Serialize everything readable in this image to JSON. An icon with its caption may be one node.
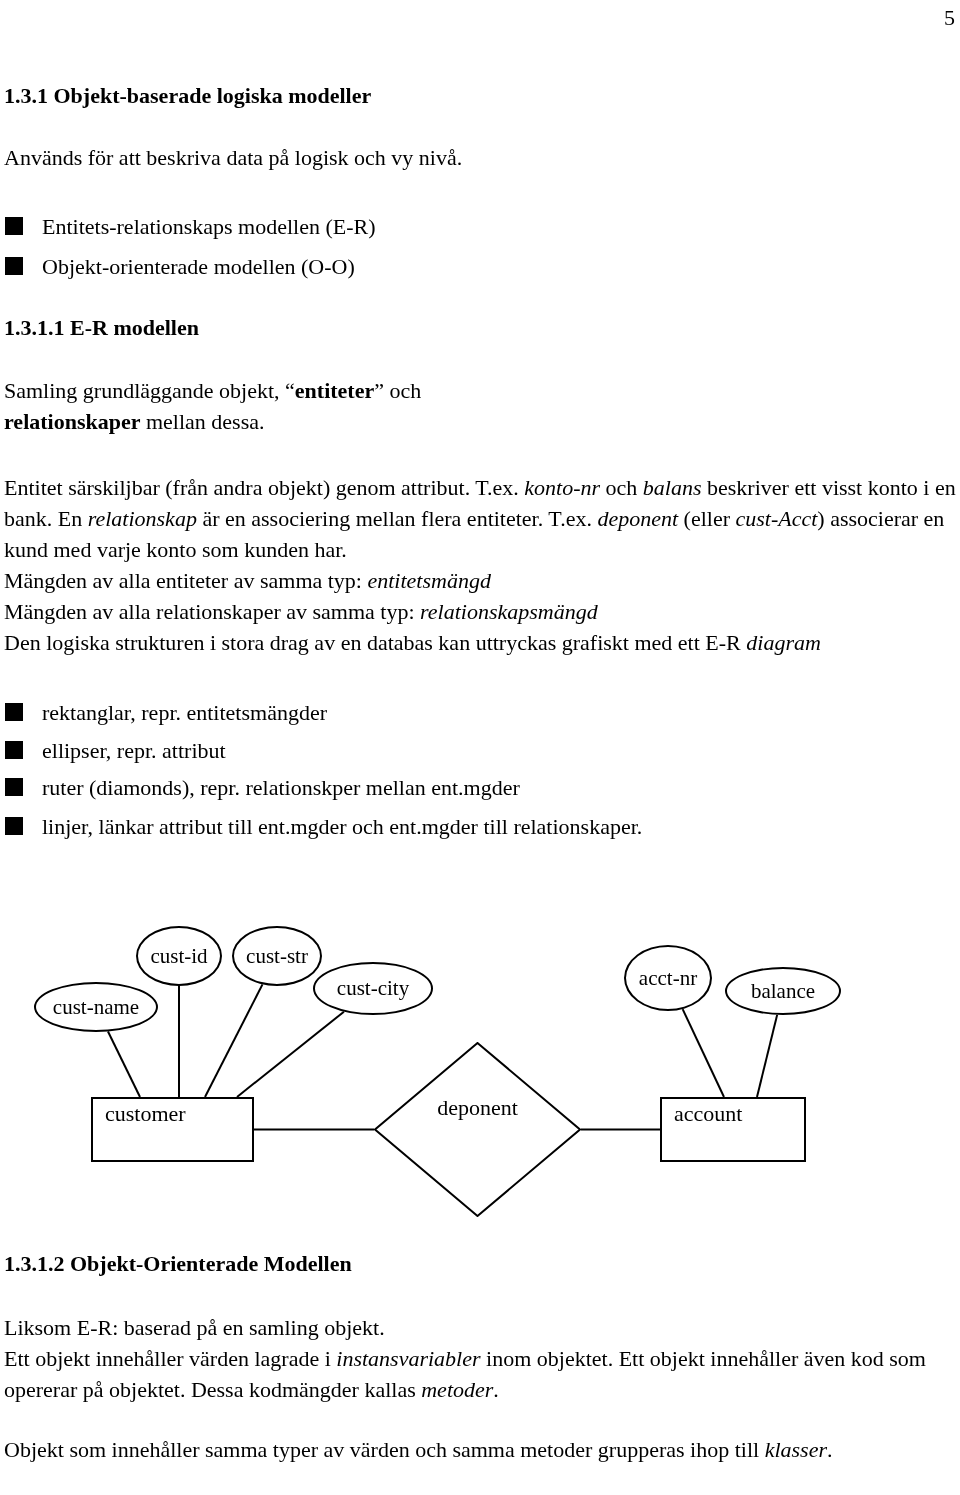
{
  "diagram": {
    "title": "1.3.1 Objekt-baserade logiska modeller",
    "nodes": [
      {
        "text": [
          "cust-name"
        ]
      },
      {
        "text": [
          "cust-id"
        ]
      },
      {
        "text": [
          "cust-str"
        ]
      },
      {
        "text": [
          "cust-city"
        ]
      },
      {
        "text": [
          "acct-nr"
        ]
      },
      {
        "text": [
          "balance"
        ]
      },
      {
        "text": [
          "customer"
        ]
      },
      {
        "text": [
          "deponent"
        ]
      },
      {
        "text": [
          "account"
        ]
      }
    ],
    "edges": [
      {
        "from": 0,
        "to": 6,
        "arrow": "none"
      },
      {
        "from": 1,
        "to": 6,
        "arrow": "none"
      },
      {
        "from": 2,
        "to": 6,
        "arrow": "none"
      },
      {
        "from": 3,
        "to": 6,
        "arrow": "none"
      },
      {
        "from": 4,
        "to": 8,
        "arrow": "none"
      },
      {
        "from": 5,
        "to": 8,
        "arrow": "none"
      },
      {
        "from": 6,
        "to": 7,
        "arrow": "none"
      },
      {
        "from": 7,
        "to": 8,
        "arrow": "none"
      }
    ],
    "labels": [
      "5",
      "Används för att beskriva data på logisk och vy nivå.",
      "Entitets-relationskaps modellen (E-R)",
      "Objekt-orienterade modellen (O-O)",
      "1.3.1.1 E-R modellen",
      "Samling grundläggande objekt, “**entiteter**” och **relationskaper** mellan dessa.",
      "Entitet särskiljbar (från andra objekt) genom attribut. T.ex. *konto-nr* och *balans* beskriver ett visst konto i en bank. En *relationskap* är en associering mellan flera entiteter. T.ex. *deponent* (eller *cust-Acct*) associerar en kund med varje konto som kunden har.",
      "Mängden av alla entiteter av samma typ: *entitetsmängd*",
      "Mängden av alla relationskaper av samma typ: *relationskapsmängd*",
      "Den logiska strukturen i stora drag av en databas kan uttryckas grafiskt med ett E-R *diagram*",
      "rektanglar, repr. entitetsmängder",
      "ellipser, repr. attribut",
      "ruter (diamonds), repr. relationskper mellan ent.mgder",
      "linjer, länkar attribut till ent.mgder och ent.mgder till relationskaper.",
      "1.3.1.2 Objekt-Orienterade Modellen",
      "Liksom E-R: baserad på en samling objekt.",
      "Ett objekt innehåller värden lagrade i *instansvariabler* inom objektet. Ett objekt innehåller även kod som opererar på objektet. Dessa kodmängder kallas *metoder*.",
      "Objekt som innehåller samma typer av värden och samma metoder grupperas ihop till *klasser*."
    ]
  }
}
